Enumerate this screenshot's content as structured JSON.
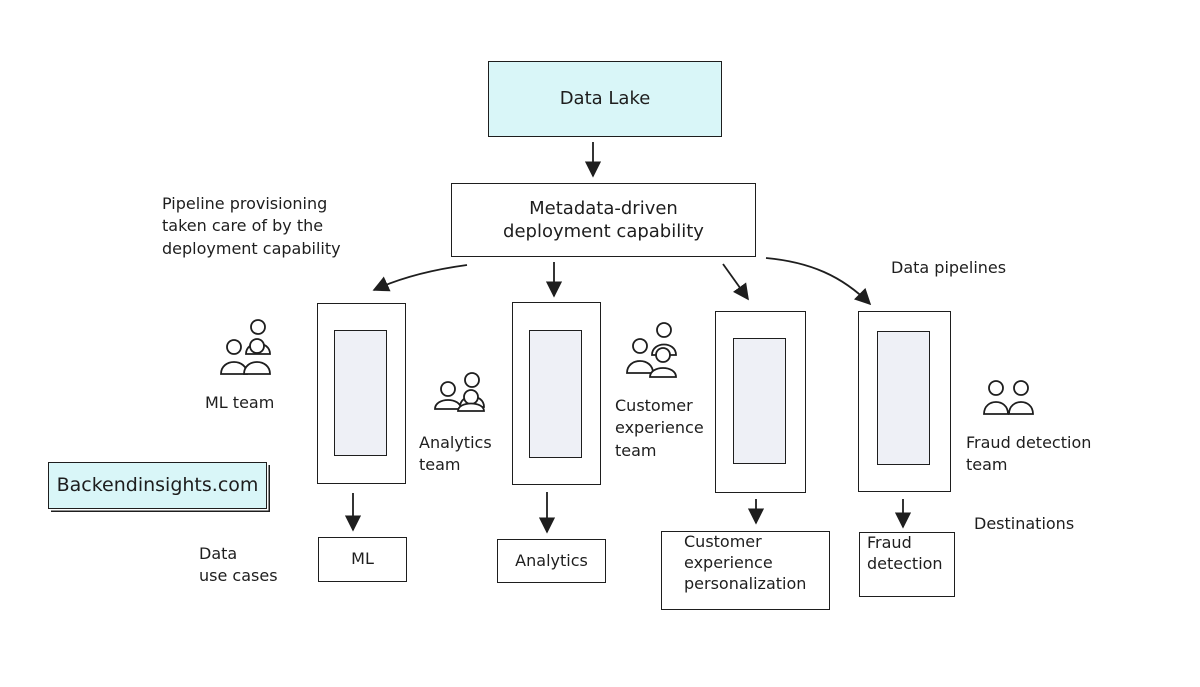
{
  "diagram": {
    "source": {
      "label": "Data Lake",
      "fill": "#d9f6f8"
    },
    "capability": {
      "lines": [
        "Metadata-driven",
        "deployment capability"
      ]
    },
    "provisioning_note": {
      "lines": [
        "Pipeline provisioning",
        "taken care of by the",
        "deployment capability"
      ]
    },
    "pipelines_label": "Data pipelines",
    "destinations_label": "Destinations",
    "use_cases_label": {
      "lines": [
        "Data",
        "use cases"
      ]
    },
    "teams": [
      {
        "lines": [
          "ML team"
        ],
        "icon": "team-icon"
      },
      {
        "lines": [
          "Analytics",
          "team"
        ],
        "icon": "team-icon"
      },
      {
        "lines": [
          "Customer",
          "experience",
          "team"
        ],
        "icon": "team-icon"
      },
      {
        "lines": [
          "Fraud detection",
          "team"
        ],
        "icon": "team-icon"
      }
    ],
    "destinations": [
      {
        "lines": [
          "ML"
        ]
      },
      {
        "lines": [
          "Analytics"
        ]
      },
      {
        "lines": [
          "Customer",
          "experience",
          "personalization"
        ]
      },
      {
        "lines": [
          "Fraud",
          "detection"
        ]
      }
    ],
    "brand": {
      "label": "Backendinsights.com",
      "fill": "#d9f6f8"
    },
    "stroke_color": "#1e1e1e",
    "pipeline_inner_fill": "#eef0f6"
  }
}
